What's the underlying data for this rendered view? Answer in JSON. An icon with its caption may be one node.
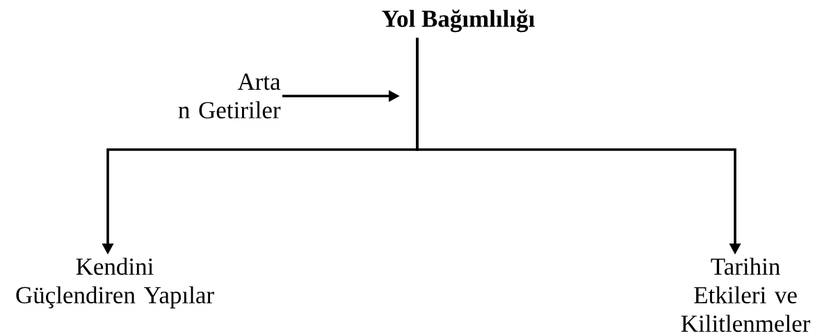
{
  "diagram": {
    "nodes": [
      {
        "text": [
          "Yol Bağımlılığı"
        ]
      },
      {
        "text": [
          "Arta n Getiriler"
        ]
      },
      {
        "text": [
          "Kendini Güçlendiren Yapılar"
        ]
      },
      {
        "text": [
          "Tarihin Etkileri ve Kilitlenmeler"
        ]
      }
    ],
    "edges": [
      {
        "from": 0,
        "to": 2,
        "arrow": "to"
      },
      {
        "from": 0,
        "to": 3,
        "arrow": "to"
      },
      {
        "from": 1,
        "to": null,
        "arrow": "to"
      }
    ]
  }
}
